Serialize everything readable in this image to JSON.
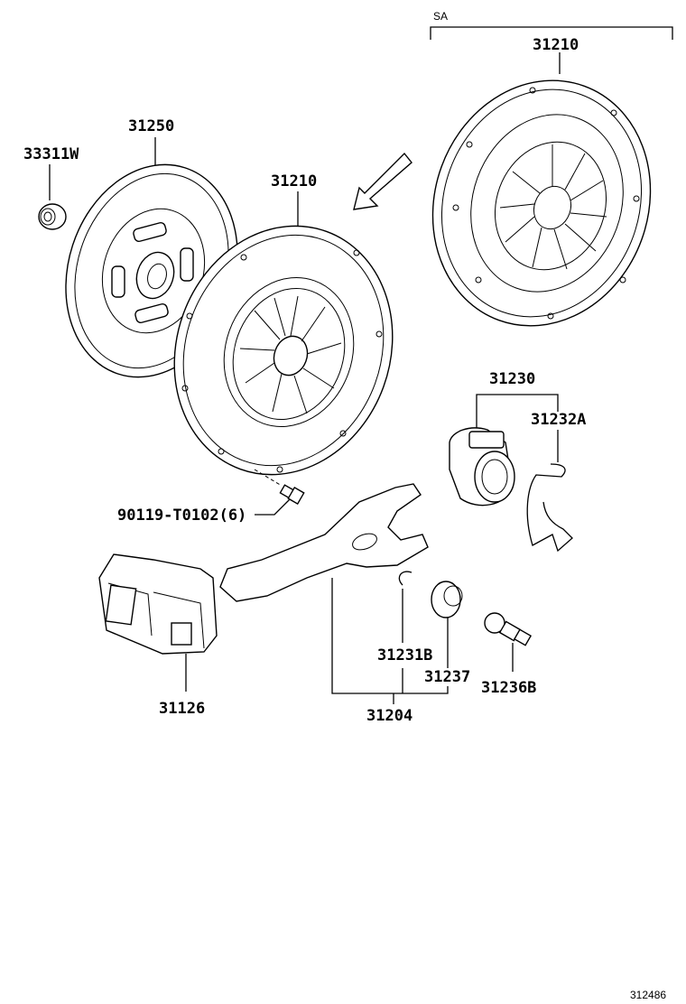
{
  "diagram": {
    "figure_id": "312486",
    "sa_label": "SA",
    "parts": {
      "p31210_sa": "31210",
      "p31250": "31250",
      "p33311w": "33311W",
      "p31210": "31210",
      "p31230": "31230",
      "p31232a": "31232A",
      "p90119": "90119-T0102(6)",
      "p31126": "31126",
      "p31231b": "31231B",
      "p31237": "31237",
      "p31236b": "31236B",
      "p31204": "31204"
    }
  }
}
